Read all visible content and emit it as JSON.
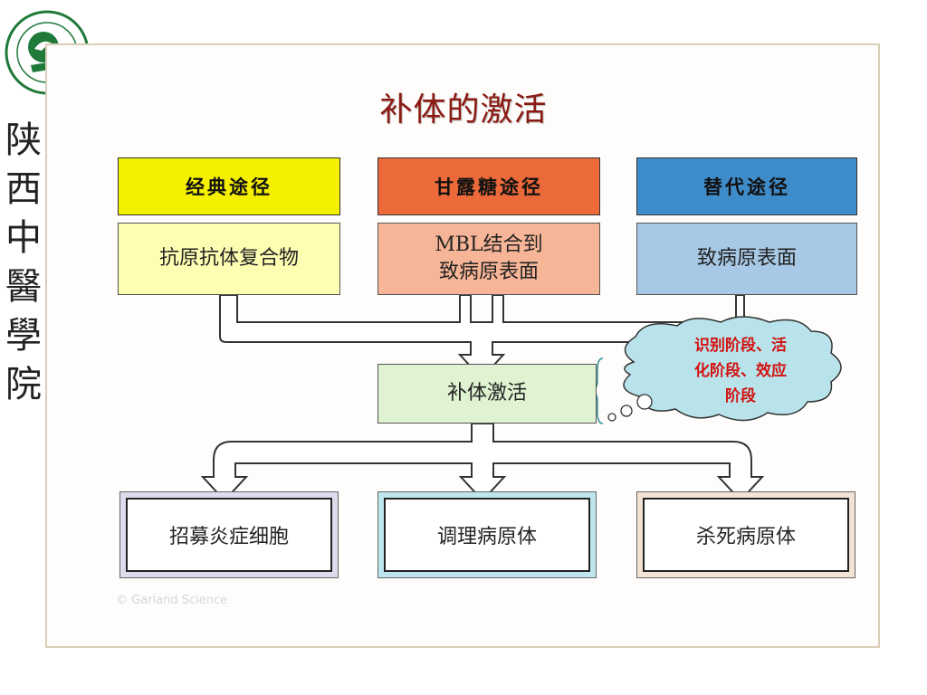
{
  "side_text": [
    "陕",
    "西",
    "中",
    "醫",
    "學",
    "院"
  ],
  "title": "补体的激活",
  "pathways": [
    {
      "header": "经典途径",
      "trigger": "抗原抗体复合物",
      "header_color": "#f5f000",
      "box_color": "#fefeb3"
    },
    {
      "header": "甘露糖途径",
      "trigger_line1": "MBL结合到",
      "trigger_line2": "致病原表面",
      "header_color": "#ec6a3a",
      "box_color": "#f7b597"
    },
    {
      "header": "替代途径",
      "trigger": "致病原表面",
      "header_color": "#3f8ccb",
      "box_color": "#a8c9e6"
    }
  ],
  "center_box": "补体激活",
  "cloud": {
    "line1": "识别阶段、活",
    "line2": "化阶段、效应",
    "line3": "阶段"
  },
  "outcomes": [
    "招募炎症细胞",
    "调理病原体",
    "杀死病原体"
  ],
  "copyright": "© Garland Science"
}
